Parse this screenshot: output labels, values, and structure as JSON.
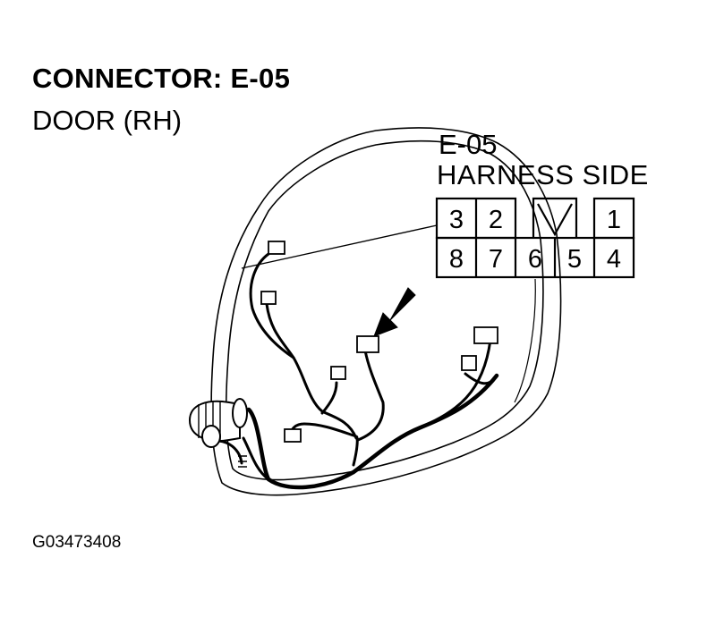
{
  "title": "CONNECTOR: E-05",
  "subtitle": "DOOR (RH)",
  "connector": {
    "id": "E-05",
    "side": "HARNESS SIDE",
    "top_row": [
      "3",
      "2",
      "1"
    ],
    "bottom_row": [
      "8",
      "7",
      "6",
      "5",
      "4"
    ]
  },
  "figure_code": "G03473408"
}
